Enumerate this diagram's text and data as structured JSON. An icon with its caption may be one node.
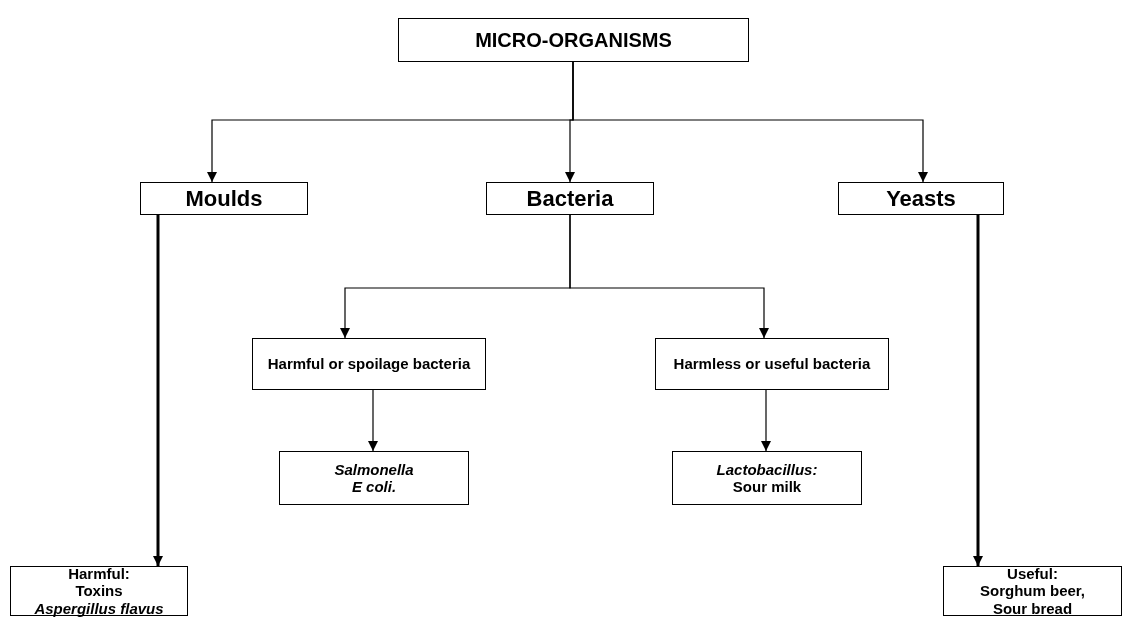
{
  "diagram": {
    "nodes": [
      {
        "text": [
          "MICRO-ORGANISMS"
        ]
      },
      {
        "text": [
          "Moulds"
        ]
      },
      {
        "text": [
          "Bacteria"
        ]
      },
      {
        "text": [
          "Yeasts"
        ]
      },
      {
        "text": [
          "Harmful or spoilage bacteria"
        ]
      },
      {
        "text": [
          "Harmless or useful bacteria"
        ]
      },
      {
        "text": [
          "*Salmonella*",
          "*E coli.*"
        ]
      },
      {
        "text": [
          "*Lactobacillus:*",
          "Sour milk"
        ]
      },
      {
        "text": [
          "Harmful:",
          "Toxins",
          "*Aspergillus flavus*"
        ]
      },
      {
        "text": [
          "Useful:",
          "Sorghum beer,",
          "Sour bread"
        ]
      }
    ],
    "edges": [
      {
        "from": 0,
        "to": 1,
        "arrow": "to"
      },
      {
        "from": 0,
        "to": 2,
        "arrow": "to"
      },
      {
        "from": 0,
        "to": 3,
        "arrow": "to"
      },
      {
        "from": 2,
        "to": 4,
        "arrow": "to"
      },
      {
        "from": 2,
        "to": 5,
        "arrow": "to"
      },
      {
        "from": 4,
        "to": 6,
        "arrow": "to"
      },
      {
        "from": 5,
        "to": 7,
        "arrow": "to"
      },
      {
        "from": 1,
        "to": 8,
        "arrow": "to",
        "style": "thick"
      },
      {
        "from": 3,
        "to": 9,
        "arrow": "to",
        "style": "thick"
      }
    ]
  }
}
